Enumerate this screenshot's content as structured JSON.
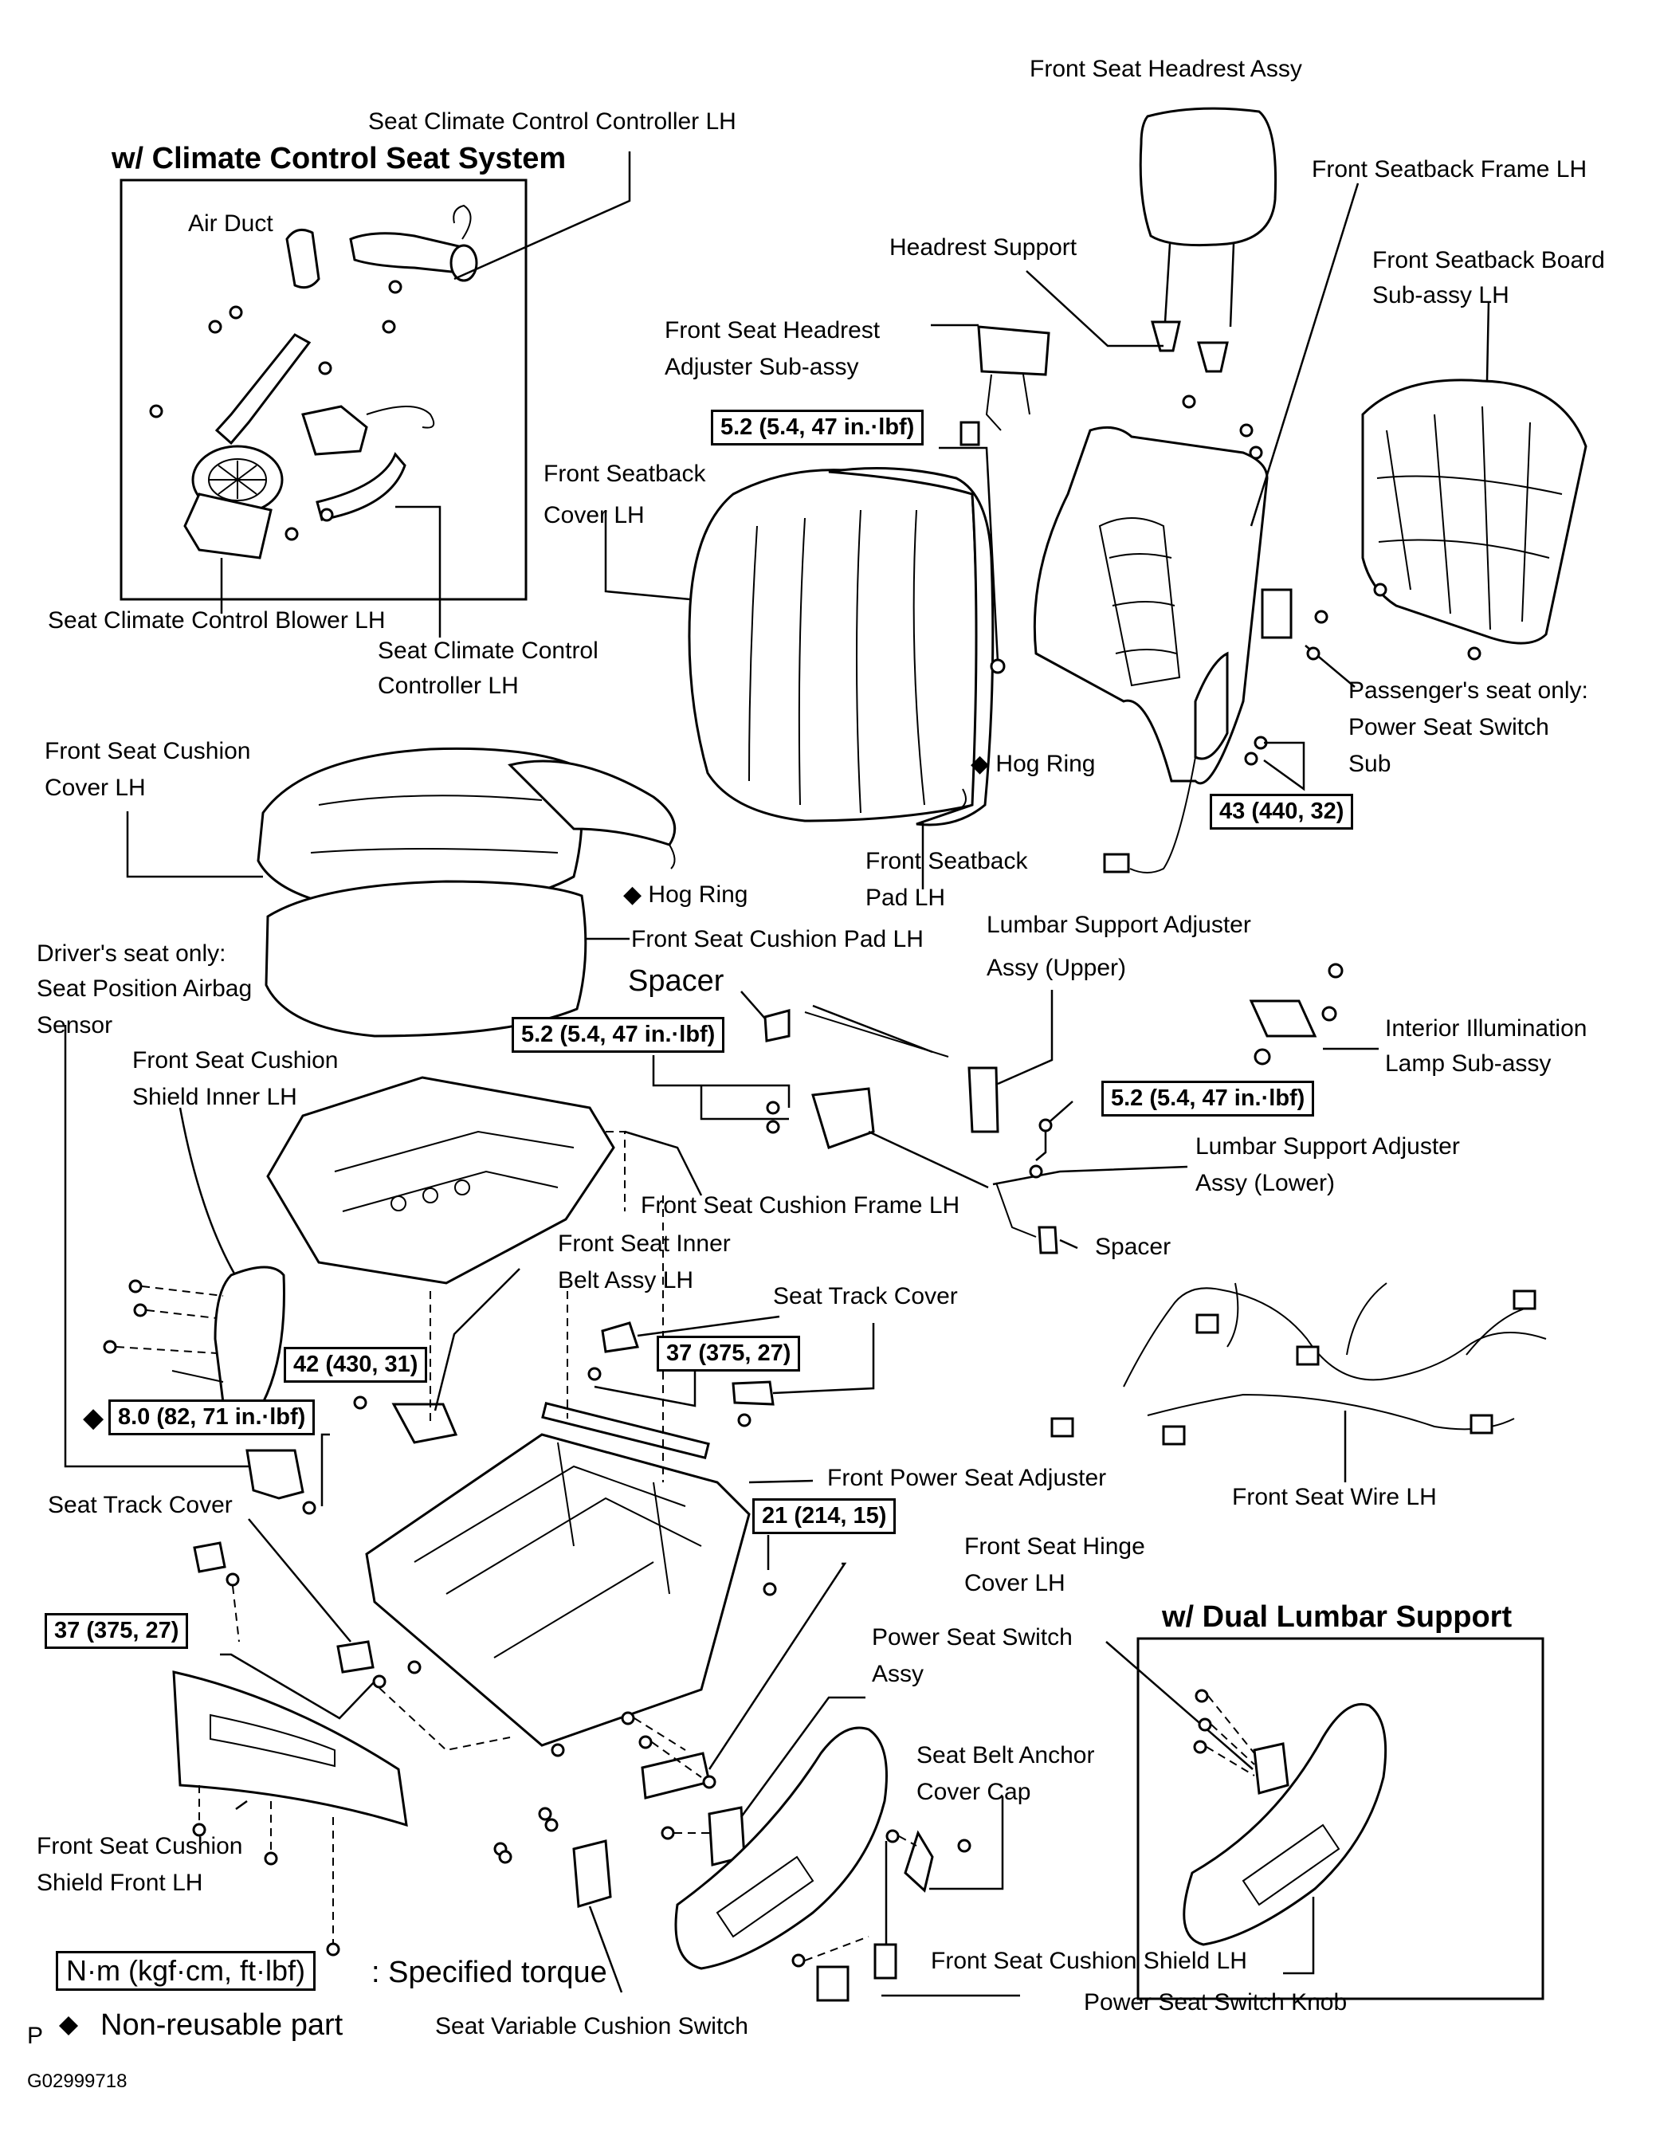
{
  "labels": {
    "headrest_assy": "Front Seat Headrest Assy",
    "climate_controller_top": "Seat Climate Control Controller LH",
    "seatback_frame": "Front Seatback Frame LH",
    "headrest_support": "Headrest Support",
    "seatback_board_1": "Front Seatback Board",
    "seatback_board_2": "Sub-assy  LH",
    "air_duct": "Air Duct",
    "headrest_adjuster_1": "Front Seat Headrest",
    "headrest_adjuster_2": "Adjuster Sub-assy",
    "seatback_cover_1": "Front Seatback",
    "seatback_cover_2": "Cover LH",
    "climate_blower": "Seat Climate Control Blower LH",
    "climate_controller_1": "Seat Climate Control",
    "climate_controller_2": "Controller LH",
    "passenger_switch_1": "Passenger's seat only:",
    "passenger_switch_2": "Power Seat Switch",
    "passenger_switch_3": "Sub",
    "hog_ring_upper": "Hog Ring",
    "cushion_cover_1": "Front Seat Cushion",
    "cushion_cover_2": "Cover LH",
    "seatback_pad_1": "Front  Seatback",
    "seatback_pad_2": "Pad LH",
    "hog_ring_lower": "Hog Ring",
    "cushion_pad": "Front Seat Cushion Pad LH",
    "airbag_sensor_1": "Driver's seat only:",
    "airbag_sensor_2": "Seat Position Airbag",
    "airbag_sensor_3": "Sensor",
    "lumbar_upper_1": "Lumbar Support Adjuster",
    "lumbar_upper_2": "Assy (Upper)",
    "spacer_top": "Spacer",
    "interior_lamp_1": "Interior Illumination",
    "interior_lamp_2": "Lamp  Sub-assy",
    "shield_inner_1": "Front Seat Cushion",
    "shield_inner_2": "Shield Inner LH",
    "lumbar_lower_1": "Lumbar Support Adjuster",
    "lumbar_lower_2": "Assy (Lower)",
    "cushion_frame": "Front Seat Cushion Frame LH",
    "spacer_bottom": "Spacer",
    "inner_belt_1": "Front Seat Inner",
    "inner_belt_2": "Belt Assy LH",
    "track_cover_right": "Seat Track Cover",
    "power_adjuster": "Front Power Seat Adjuster",
    "seat_wire": "Front Seat Wire LH",
    "track_cover_left": "Seat Track Cover",
    "hinge_cover_1": "Front Seat Hinge",
    "hinge_cover_2": "Cover LH",
    "switch_assy_1": "Power Seat Switch",
    "switch_assy_2": "Assy",
    "anchor_cap_1": "Seat Belt Anchor",
    "anchor_cap_2": "Cover Cap",
    "shield_front_1": "Front Seat Cushion",
    "shield_front_2": "Shield Front LH",
    "cushion_shield": "Front Seat Cushion Shield LH",
    "switch_knob": "Power Seat Switch Knob",
    "variable_switch": "Seat Variable Cushion Switch"
  },
  "headings": {
    "climate": "w/ Climate Control Seat System",
    "lumbar": "w/ Dual Lumbar Support"
  },
  "torques": {
    "t1": "5.2 (5.4, 47 in.·lbf)",
    "t2": "43 (440, 32)",
    "t3": "5.2 (5.4, 47 in.·lbf)",
    "t4": "5.2 (5.4, 47 in.·lbf)",
    "t5": "42 (430, 31)",
    "t6": "37 (375, 27)",
    "t7": "8.0 (82, 71 in.·lbf)",
    "t8": "21 (214, 15)",
    "t9": "37 (375, 27)"
  },
  "symbols": {
    "diamond": "◆"
  },
  "legend": {
    "unit_box": "N·m (kgf·cm, ft·lbf)",
    "unit_text": ": Specified torque",
    "nonreusable": "Non-reusable part",
    "p_mark": "P",
    "figure_id": "G02999718"
  }
}
